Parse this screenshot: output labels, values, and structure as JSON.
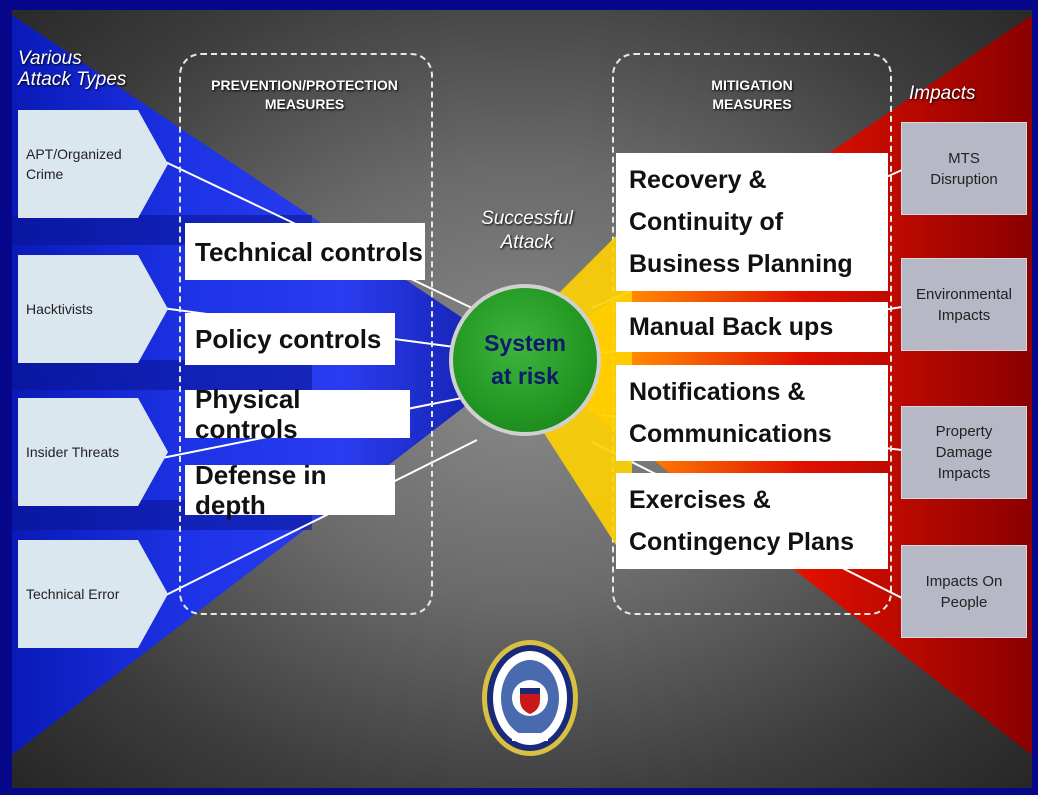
{
  "left": {
    "title": "Various\nAttack Types",
    "attack_types": [
      "APT/Organized\nCrime",
      "Hacktivists",
      "Insider Threats",
      "Technical Error"
    ]
  },
  "prevention": {
    "title": "PREVENTION/PROTECTION\nMEASURES",
    "controls": [
      "Technical controls",
      "Policy controls",
      "Physical controls",
      "Defense in depth"
    ]
  },
  "center": {
    "caption": "Successful\nAttack",
    "hub": "System\nat risk"
  },
  "mitigation": {
    "title": "MITIGATION\nMEASURES",
    "measures": [
      "Recovery &\nContinuity of\nBusiness Planning",
      "Manual Back ups",
      "Notifications &\nCommunications",
      "Exercises &\nContingency Plans"
    ]
  },
  "right": {
    "title": "Impacts",
    "impacts": [
      "MTS\nDisruption",
      "Environmental\nImpacts",
      "Property\nDamage\nImpacts",
      "Impacts On\nPeople"
    ]
  },
  "colors": {
    "page_border": "#07078c",
    "blue_wedge": "#1a2ee0",
    "red_wedge": "#c00000",
    "yellow_fan": "#ffd200",
    "hub_green": "#249a24",
    "hub_text": "#0b1a6a"
  },
  "icons": {
    "seal": "coast-guard-seal-icon"
  }
}
